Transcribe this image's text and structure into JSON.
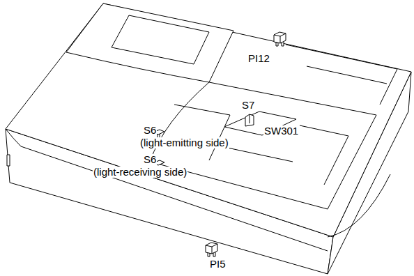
{
  "diagram": {
    "labels": [
      "PI12",
      "S7",
      "SW301",
      "S6",
      "(light-emitting side)",
      "S6",
      "(light-receiving side)",
      "PI5"
    ]
  }
}
